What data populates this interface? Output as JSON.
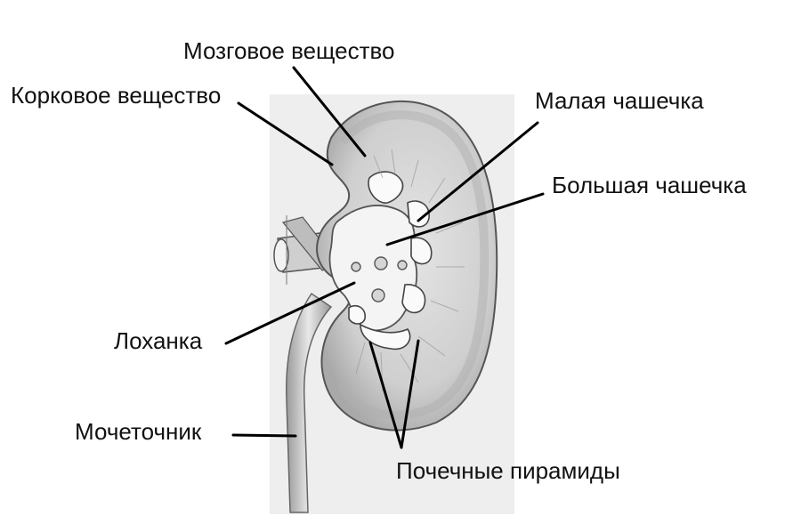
{
  "diagram": {
    "colors": {
      "panel": "#eeeeee",
      "kidney_fill": "#d9d9d9",
      "cortex_shade": "#bdbdbd",
      "cavity": "#f7f7f7",
      "outline": "#555555",
      "leader": "#000000"
    },
    "labels": {
      "medulla": "Мозговое вещество",
      "cortex": "Корковое вещество",
      "minor_calyx": "Малая чашечка",
      "major_calyx": "Большая чашечка",
      "pelvis": "Лоханка",
      "ureter": "Мочеточник",
      "pyramids": "Почечные пирамиды"
    }
  }
}
